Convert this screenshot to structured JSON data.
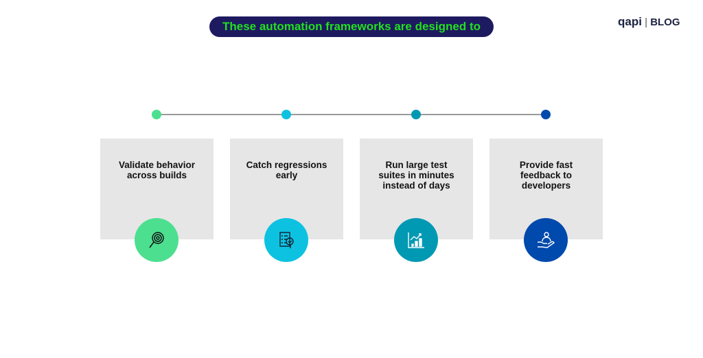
{
  "header": {
    "title": "These automation frameworks are designed to"
  },
  "logo": {
    "brand": "qapi",
    "separator": "|",
    "section": "BLOG"
  },
  "steps": [
    {
      "label": "Validate behavior across builds",
      "color": "#4cdf90",
      "icon": "magnifier-target-icon"
    },
    {
      "label": "Catch regressions early",
      "color": "#0dc2e0",
      "icon": "checklist-search-icon"
    },
    {
      "label": "Run large test suites in minutes instead of days",
      "color": "#0099b3",
      "icon": "growth-chart-icon"
    },
    {
      "label": "Provide fast feedback to developers",
      "color": "#0049ad",
      "icon": "hand-user-icon"
    }
  ]
}
